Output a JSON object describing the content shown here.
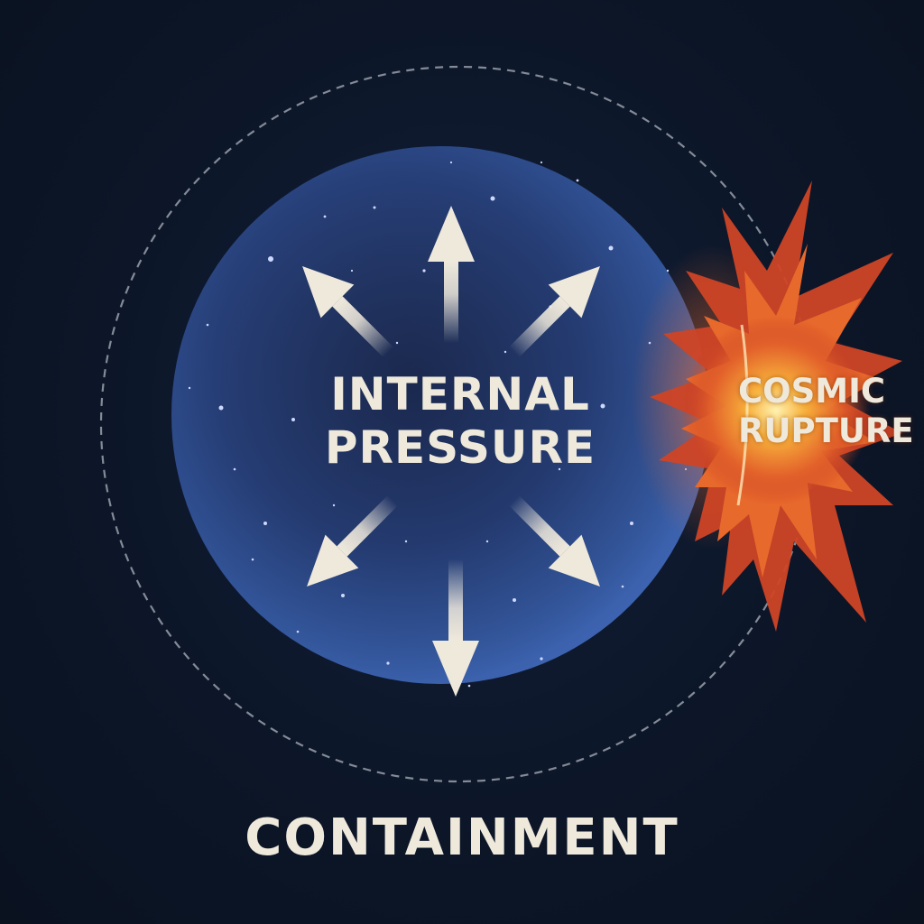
{
  "diagram": {
    "internal_label": [
      "INTERNAL",
      "PRESSURE"
    ],
    "rupture_label": [
      "COSMIC",
      "RUPTURE"
    ],
    "containment_label": "CONTAINMENT",
    "colors": {
      "background": "#0b1424",
      "bubble_core": "#2d4a86",
      "bubble_edge": "#1a2852",
      "arrow": "#efe9dc",
      "burst_outer": "#d9482a",
      "burst_inner": "#f7a83a",
      "boundary": "#9aa0aa"
    },
    "icons": [
      "pressure-arrow-icon",
      "rupture-burst-icon",
      "star-icon"
    ]
  }
}
